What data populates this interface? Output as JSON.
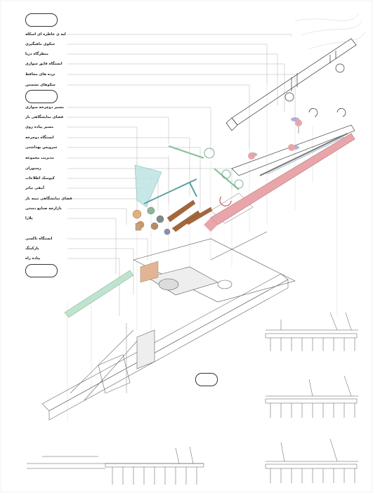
{
  "legend_group_1": {
    "items": [
      "لبه ی خاطره ای اسکله",
      "سکوی ماهیگیری",
      "منظرگاه دریا",
      "ایستگاه قایق سواری",
      "نرده های محافظ",
      "سکوهای نشستن"
    ]
  },
  "legend_group_2": {
    "items": [
      "مسیر دوچرخه سواری",
      "فضای نمایشگاهی باز",
      "مسیر پیاده روی",
      "ایستگاه دوچرخه",
      "سرویس بهداشتی",
      "مدیریت مجموعه",
      "رستوران",
      "کیوسک اطلاعات",
      "آمفی تیاتر",
      "فضای نمایشگاهی نیمه باز",
      "بازارچه صنایع دستی",
      "پلازا"
    ]
  },
  "legend_group_3": {
    "items": [
      "ایستگاه تاکسی",
      "پارکینگ",
      "پیاده راه"
    ]
  },
  "colors": {
    "ink": "#333333",
    "leader": "#9a9a9a",
    "pink": "#e9a6aa",
    "green": "#bfe3cf",
    "cyan": "#bfe4e4",
    "pier": "#6a6a6a"
  },
  "icons": [
    "empty-pill-icon"
  ]
}
